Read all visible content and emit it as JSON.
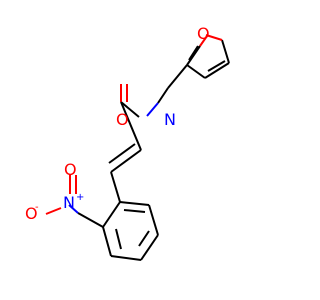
{
  "molecule": {
    "atoms": [
      {
        "id": "O_furan",
        "symbol": "O",
        "color": "#ff0000"
      },
      {
        "id": "O_amide",
        "symbol": "O",
        "color": "#ff0000"
      },
      {
        "id": "N_amide",
        "symbol": "N",
        "color": "#0000ff"
      },
      {
        "id": "N_nitro",
        "symbol": "N",
        "color": "#0000ff",
        "charge": "+"
      },
      {
        "id": "O_nitro_minus",
        "symbol": "O",
        "color": "#ff0000",
        "charge": "-"
      },
      {
        "id": "O_nitro_double",
        "symbol": "O",
        "color": "#ff0000"
      }
    ]
  }
}
